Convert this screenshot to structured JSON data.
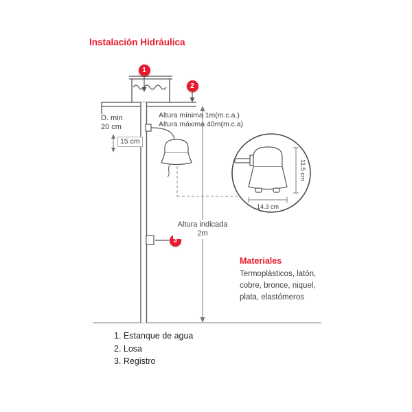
{
  "colors": {
    "accent": "#e8192c"
  },
  "title": "Instalación Hidráulica",
  "markers": {
    "m1": "1",
    "m2": "2",
    "m3": "3"
  },
  "dims": {
    "d_min_line1": "D. min",
    "d_min_line2": "20 cm",
    "clearance": "15 cm",
    "altura_min": "Altura mínima 1m(m.c.a.)",
    "altura_max": "Altura máxima 40m(m.c.a)",
    "altura_ind_line1": "Altura indicada",
    "altura_ind_line2": "2m",
    "device_height": "11.5 cm",
    "device_width": "14.3 cm"
  },
  "materials": {
    "heading": "Materiales",
    "line1": "Termoplásticos, latón,",
    "line2": "cobre, bronce, niquel,",
    "line3": "plata, elastómeros"
  },
  "legend": {
    "item1": "1. Estanque de agua",
    "item2": "2. Losa",
    "item3": "3. Registro"
  }
}
